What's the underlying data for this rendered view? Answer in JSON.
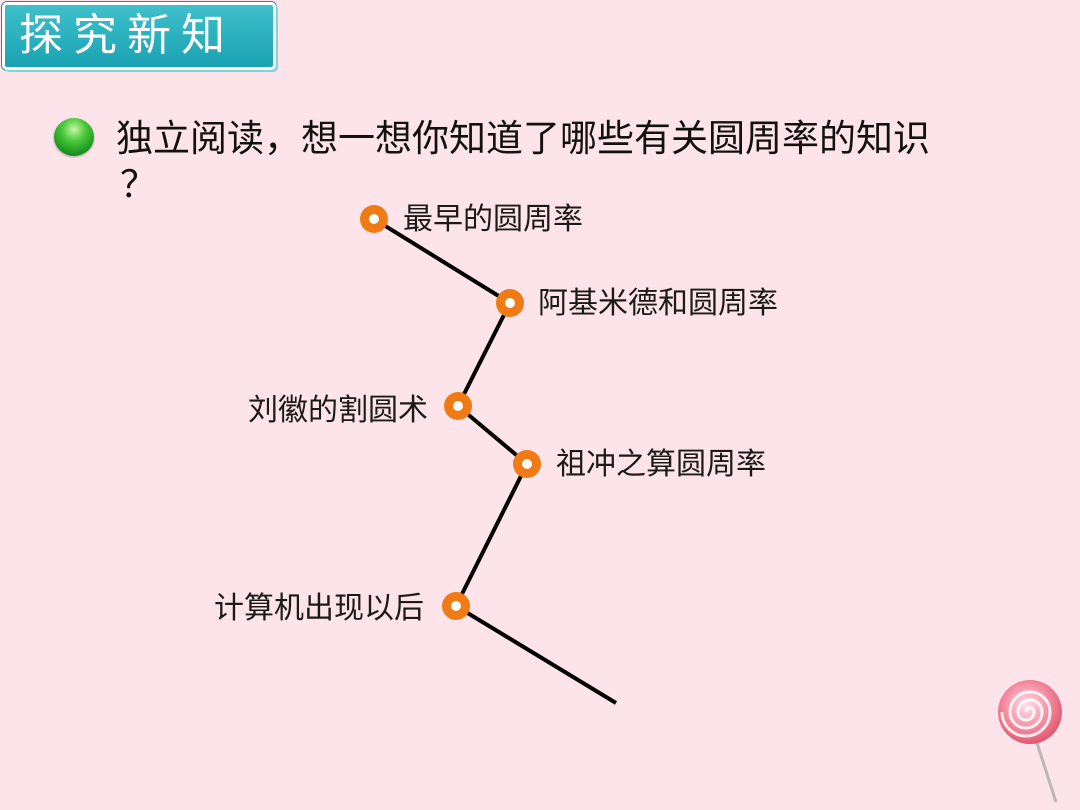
{
  "header": {
    "title": "探究新知"
  },
  "question": {
    "line1": "独立阅读，想一想你知道了哪些有关圆周率的知识",
    "line2": "？"
  },
  "timeline": {
    "nodes": [
      {
        "label": "最早的圆周率"
      },
      {
        "label": "阿基米德和圆周率"
      },
      {
        "label": "刘徽的割圆术"
      },
      {
        "label": "祖冲之算圆周率"
      },
      {
        "label": "计算机出现以后"
      }
    ],
    "node_color": "#f07a14",
    "line_color": "#000000"
  },
  "decoration": {
    "icon": "lollipop-icon"
  }
}
